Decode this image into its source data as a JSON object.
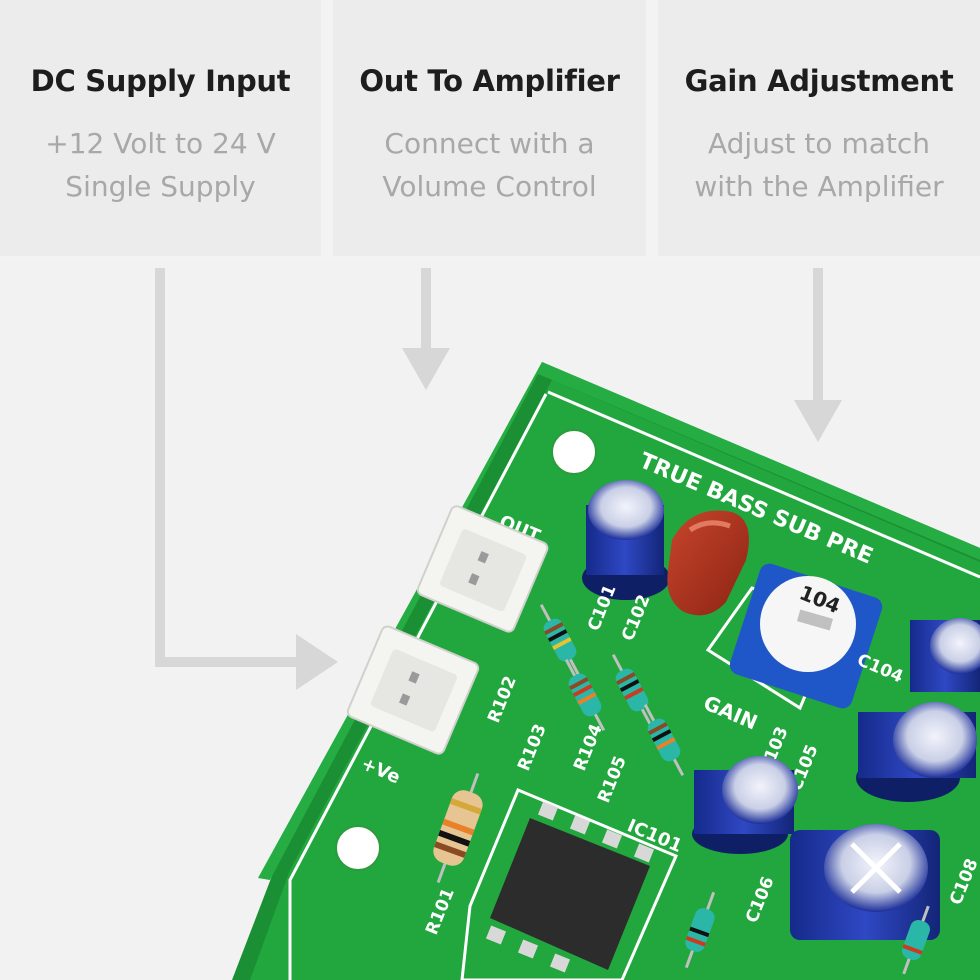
{
  "cards": [
    {
      "title": "DC Supply Input",
      "line1": "+12 Volt to 24 V",
      "line2": "Single Supply"
    },
    {
      "title": "Out To Amplifier",
      "line1": "Connect with a",
      "line2": "Volume Control"
    },
    {
      "title": "Gain Adjustment",
      "line1": "Adjust to match",
      "line2": "with the Amplifier"
    }
  ],
  "board": {
    "name": "TRUE BASS SUB PRE",
    "out_label": "OUT",
    "ve_label": "+Ve",
    "gain_label": "GAIN",
    "pot_code": "104",
    "ic_label": "IC101",
    "refs": {
      "c101": "C101",
      "c102": "C102",
      "c103": "C103",
      "c104": "C104",
      "c105": "C105",
      "c106": "C106",
      "c108": "C108",
      "r101": "R101",
      "r102": "R102",
      "r103": "R103",
      "r104": "R104",
      "r105": "R105"
    }
  },
  "colors": {
    "pcb": "#1fa13b",
    "silkscreen": "#ffffff",
    "arrow": "#d7d7d7",
    "title": "#1d1d1d",
    "subtitle": "#a8a8a8"
  }
}
